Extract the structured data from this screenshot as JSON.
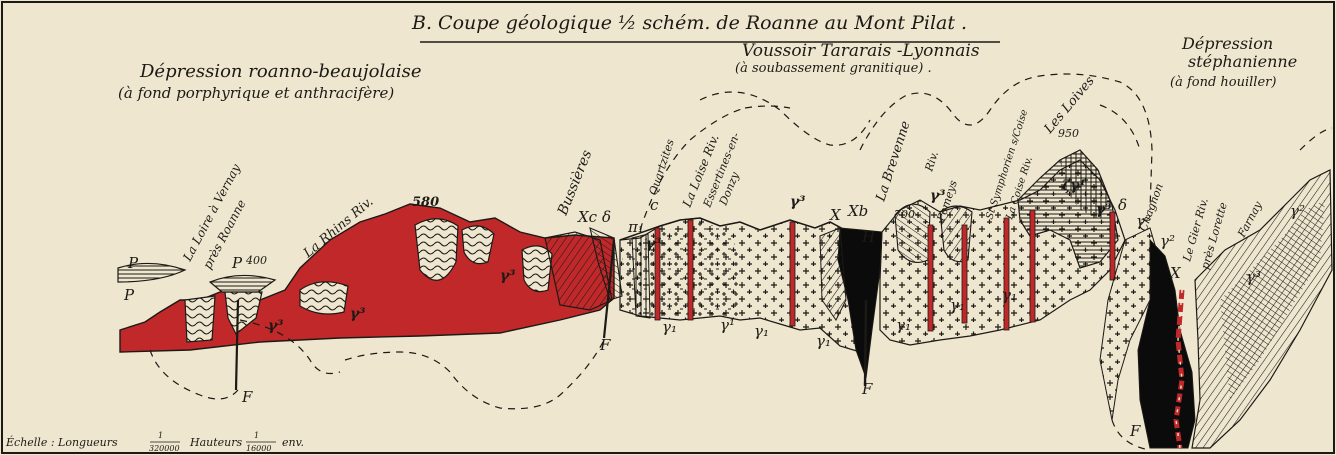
{
  "title": "B.  Coupe géologique ½ schém. de Roanne au Mont Pilat .",
  "regions": {
    "left": {
      "line1": "Dépression roanno-beaujolaise",
      "line2": "(à fond porphyrique et anthracifère)"
    },
    "middle": {
      "line1": "Voussoir Tararais -Lyonnais",
      "line2": "(à soubassement granitique) ."
    },
    "right": {
      "line1": "Dépression",
      "line2": "stéphanienne",
      "line3": "(à fond houiller)"
    }
  },
  "places": [
    {
      "id": "loire",
      "text": "La Loire à Vernay"
    },
    {
      "id": "loire2",
      "text": "près Roanne"
    },
    {
      "id": "rhins",
      "text": "La Rhins Riv."
    },
    {
      "id": "bussieres",
      "text": "Bussières"
    },
    {
      "id": "quartzites",
      "text": "Quartzites"
    },
    {
      "id": "loise",
      "text": "La Loise Riv."
    },
    {
      "id": "essertines",
      "text": "Essertines-en-"
    },
    {
      "id": "donzy",
      "text": "Donzy"
    },
    {
      "id": "brevenne",
      "text": "La Brevenne"
    },
    {
      "id": "brevenne2",
      "text": "Riv."
    },
    {
      "id": "pomeys",
      "text": "Pomeys"
    },
    {
      "id": "symphorien",
      "text": "St Symphorien s/Coise"
    },
    {
      "id": "coise",
      "text": "La Coise Riv."
    },
    {
      "id": "loives",
      "text": "Les Loives"
    },
    {
      "id": "chagnon",
      "text": "Chagnon"
    },
    {
      "id": "gier",
      "text": "Le Gier Riv."
    },
    {
      "id": "gier2",
      "text": "près Lorette"
    },
    {
      "id": "farnay",
      "text": "Farnay"
    }
  ],
  "elevations": {
    "e580": "580",
    "e400": "400",
    "e700": "700",
    "e950": "950"
  },
  "scale": {
    "label": "Échelle : Longueurs",
    "len_num": "1",
    "len_den": "320000",
    "heights": "Hauteurs",
    "h_num": "1",
    "h_den": "16000",
    "suffix": "env."
  },
  "colors": {
    "paper": "#efe6cf",
    "porphyry": "#c0282a",
    "ink": "#1c1a16",
    "coal": "#0b0b0b"
  }
}
